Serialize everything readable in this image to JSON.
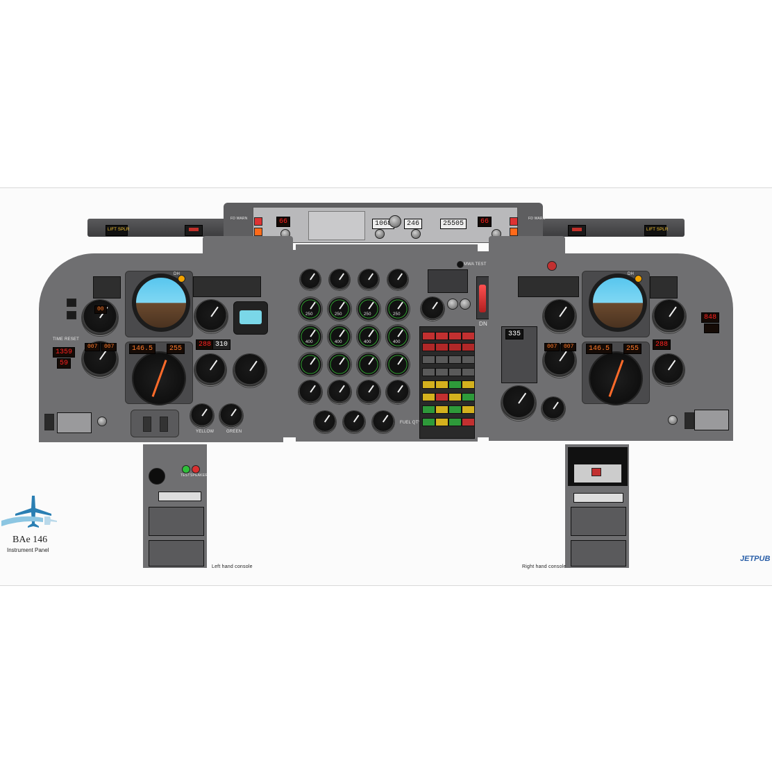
{
  "glareshield": {
    "left_lift_spoiler": "LIFT SPLR",
    "right_lift_spoiler": "LIFT SPLR",
    "left_fd_warn": "FD WARN",
    "right_fd_warn": "FD WARN",
    "left_nav_display": "66",
    "center_nav_left": "1068",
    "center_nav_mid": "246",
    "center_nav_right": "25505",
    "right_nav_display": "66"
  },
  "left_panel": {
    "time_reset_label": "TIME RESET",
    "clock_upper": "1359",
    "clock_lower": "59",
    "speed_bug": "00",
    "course_left": "007",
    "course_right": "007",
    "heading_display": "146.5",
    "dist_display": "255",
    "dme_display": "288",
    "amber_chip": "310",
    "adi_label": "DH",
    "hyd_yellow": "YELLOW",
    "hyd_green": "GREEN"
  },
  "center_panel": {
    "fuel_qty_label": "FUEL QTY",
    "mwa_test_label": "MWA TEST",
    "gear_down": "DN",
    "engine_rows": [
      [
        "",
        "",
        "",
        ""
      ],
      [
        "250",
        "250",
        "250",
        "250"
      ],
      [
        "400",
        "400",
        "400",
        "400"
      ],
      [
        "",
        "",
        "",
        ""
      ],
      [
        "",
        "",
        "",
        ""
      ]
    ]
  },
  "right_panel": {
    "radio_display": "335",
    "course_left": "007",
    "course_right": "007",
    "heading_display": "146.5",
    "dist_display": "255",
    "dme_display": "288",
    "clock_upper": "848",
    "clock_lower": "",
    "adi_label": "DH"
  },
  "consoles": {
    "left_caption": "Left hand console",
    "right_caption": "Right hand console",
    "left_test_label": "TEST",
    "left_speaker_label": "SPEAKER"
  },
  "branding": {
    "aircraft_title": "BAe 146",
    "subtitle": "Instrument Panel",
    "company": "JETPUB",
    "colors": {
      "panel_gray": "#6f6f71",
      "logo_blue": "#2a7fb3",
      "adi_sky": "#58c6ee",
      "adi_ground": "#6b4a2e",
      "display_amber": "#ff7a2a"
    }
  }
}
